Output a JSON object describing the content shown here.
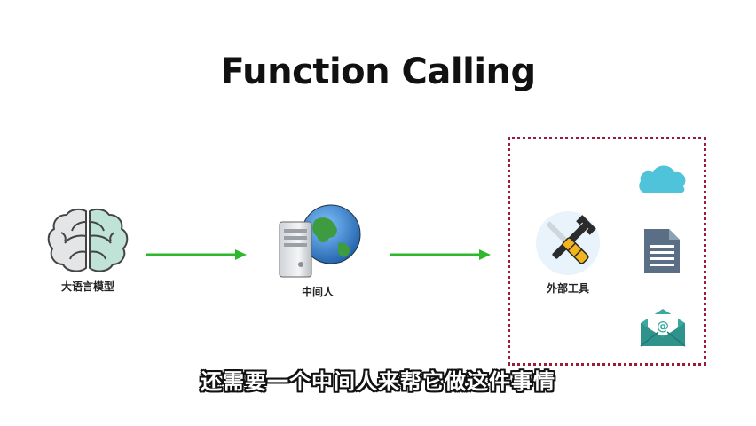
{
  "title": "Function Calling",
  "nodes": {
    "llm": {
      "label": "大语言模型",
      "icon": "brain-icon"
    },
    "middleman": {
      "label": "中间人",
      "icon": "server-globe-icon"
    },
    "tools": {
      "label": "外部工具",
      "icon": "wrench-screwdriver-icon"
    }
  },
  "tool_icons": [
    "cloud-icon",
    "document-icon",
    "email-icon"
  ],
  "subtitle": "还需要一个中间人来帮它做这件事情",
  "colors": {
    "arrow": "#2db82d",
    "box_border": "#9c1a3a",
    "cloud": "#4fc3d9",
    "document": "#5a6f86",
    "email": "#3aa8a0"
  }
}
